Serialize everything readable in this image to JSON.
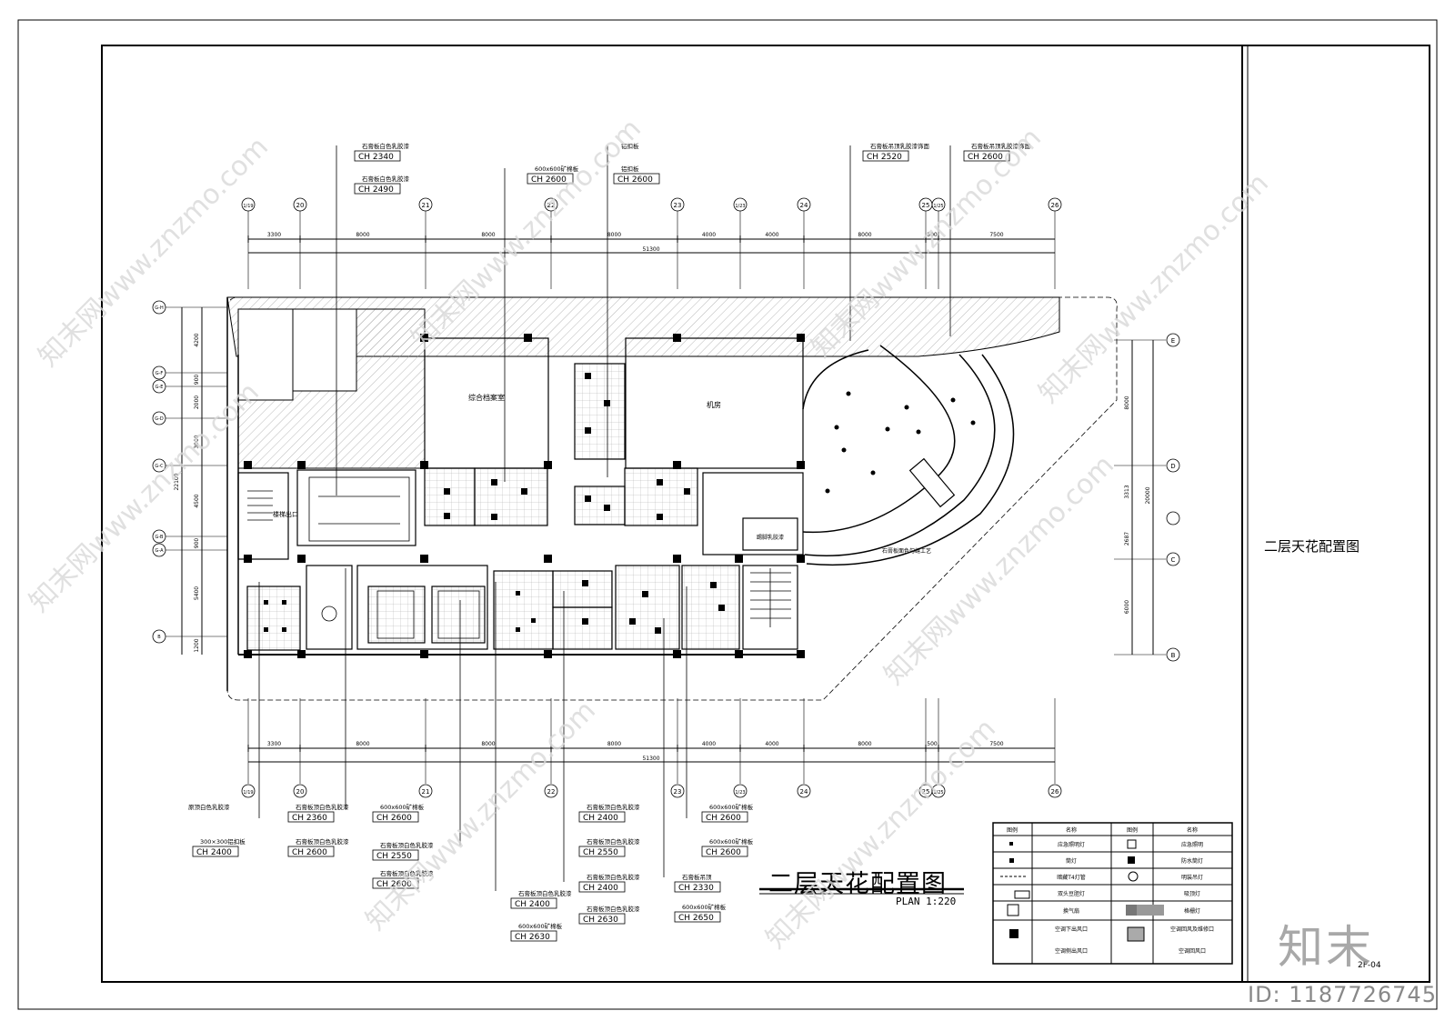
{
  "sheet": {
    "title": "二层天花配置图",
    "sheet_no": "2F-04"
  },
  "plan": {
    "title": "二层天花配置图",
    "scale": "PLAN 1:220"
  },
  "branding": {
    "logo": "知末",
    "id": "ID: 1187726745",
    "watermark": "知末网www.znzmo.com"
  },
  "rooms": {
    "archive": "综合档案室",
    "machine": "机房",
    "entrance": "楼梯出口"
  },
  "top_callouts": [
    {
      "name": "石膏板白色乳胶漆",
      "ch": "CH 2340"
    },
    {
      "name": "石膏板白色乳胶漆",
      "ch": "CH 2490"
    },
    {
      "name": "600x600矿棉板",
      "ch": "CH 2600"
    },
    {
      "name": "铝扣板",
      "ch": ""
    },
    {
      "name": "铝扣板",
      "ch": "CH 2600"
    },
    {
      "name": "石膏板吊顶乳胶漆饰面",
      "ch": "CH 2520"
    },
    {
      "name": "石膏板吊顶乳胶漆饰面",
      "ch": "CH 2600"
    }
  ],
  "side_callouts": {
    "right_curve": "石膏板面色勾缝工艺",
    "corridor": "踢脚乳胶漆"
  },
  "bottom_callouts": [
    {
      "name": "原顶白色乳胶漆",
      "ch": ""
    },
    {
      "name": "300×300铝扣板",
      "ch": "CH 2400"
    },
    {
      "name": "石膏板顶白色乳胶漆",
      "ch": "CH 2360"
    },
    {
      "name": "石膏板顶白色乳胶漆",
      "ch": "CH 2600"
    },
    {
      "name": "600x600矿棉板",
      "ch": "CH 2600"
    },
    {
      "name": "石膏板顶白色乳胶漆",
      "ch": "CH 2550"
    },
    {
      "name": "石膏板顶白色乳胶漆",
      "ch": "CH 2600"
    },
    {
      "name": "石膏板顶白色乳胶漆",
      "ch": "CH 2400"
    },
    {
      "name": "600x600矿棉板",
      "ch": "CH 2630"
    },
    {
      "name": "石膏板顶白色乳胶漆",
      "ch": "CH 2400"
    },
    {
      "name": "石膏板顶白色乳胶漆",
      "ch": "CH 2550"
    },
    {
      "name": "石膏板顶白色乳胶漆",
      "ch": "CH 2400"
    },
    {
      "name": "石膏板顶白色乳胶漆",
      "ch": "CH 2630"
    },
    {
      "name": "石膏板吊顶",
      "ch": "CH 2330"
    },
    {
      "name": "600x600矿棉板",
      "ch": "CH 2650"
    },
    {
      "name": "600x600矿棉板",
      "ch": "CH 2600"
    },
    {
      "name": "600x600矿棉板",
      "ch": "CH 2600"
    }
  ],
  "axes": {
    "top": [
      "1/19",
      "20",
      "21",
      "22",
      "23",
      "1/23",
      "24",
      "25",
      "1/25",
      "26"
    ],
    "left": [
      "G-H",
      "G-F",
      "G-E",
      "G-D",
      "G-C",
      "G-B",
      "G-A",
      "B"
    ],
    "right": [
      "E",
      "D",
      "C",
      "B"
    ]
  },
  "dims": {
    "total": "51300",
    "spans": [
      "3300",
      "8000",
      "8000",
      "8000",
      "4000",
      "4000",
      "8000",
      "500",
      "7500"
    ],
    "left": [
      "4200",
      "900",
      "2000",
      "3000",
      "4500",
      "900",
      "5400",
      "1200"
    ],
    "left_total": "22100",
    "right": [
      "8000",
      "3313",
      "2687",
      "6000"
    ],
    "right_total": "20000"
  },
  "legend": {
    "headers": [
      "图例",
      "名称",
      "图例",
      "名称"
    ],
    "rows": [
      [
        "应急照明灯",
        "应急照明"
      ],
      [
        "筒灯",
        "防水筒灯"
      ],
      [
        "暗藏T4灯管",
        "明装吊灯"
      ],
      [
        "双头豆胆灯",
        "吸顶灯"
      ],
      [
        "换气扇",
        "格栅灯"
      ],
      [
        "空调下出风口",
        "空调回风及维修口"
      ],
      [
        "空调侧出风口",
        "空调回风口"
      ]
    ]
  }
}
